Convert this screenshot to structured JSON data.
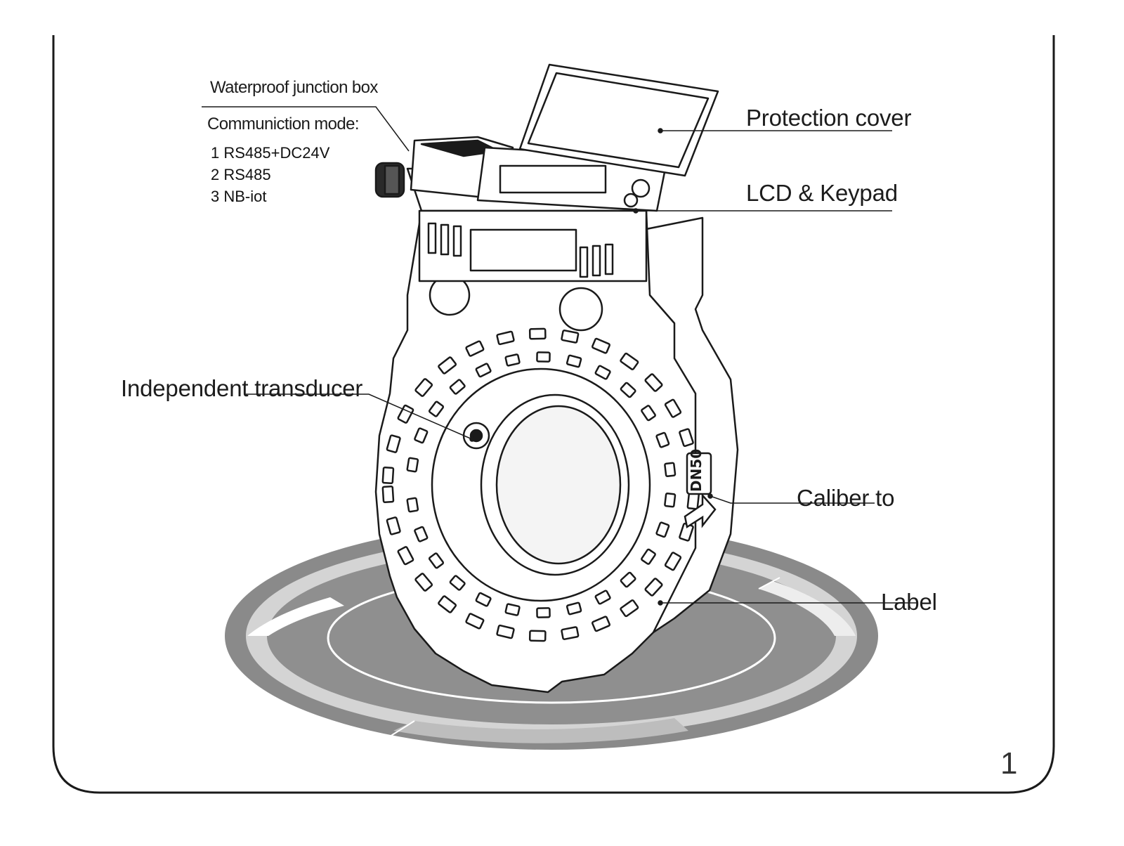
{
  "labels": {
    "junction_box": "Waterproof junction box",
    "comm_mode_title": "Communiction mode:",
    "comm_modes": [
      {
        "index": "1",
        "text": "RS485+DC24V"
      },
      {
        "index": "2",
        "text": "RS485"
      },
      {
        "index": "3",
        "text": "NB-iot"
      }
    ],
    "protection_cover": "Protection cover",
    "lcd_keypad": "LCD & Keypad",
    "independent_transducer": "Independent transducer",
    "caliber": "Caliber to",
    "label": "Label"
  },
  "body_mark": "DN50",
  "page_number": "1",
  "colors": {
    "line": "#1a1a1a",
    "floor_dark": "#808080",
    "floor_mid": "#a6a6a6",
    "floor_light": "#d6d6d6"
  }
}
